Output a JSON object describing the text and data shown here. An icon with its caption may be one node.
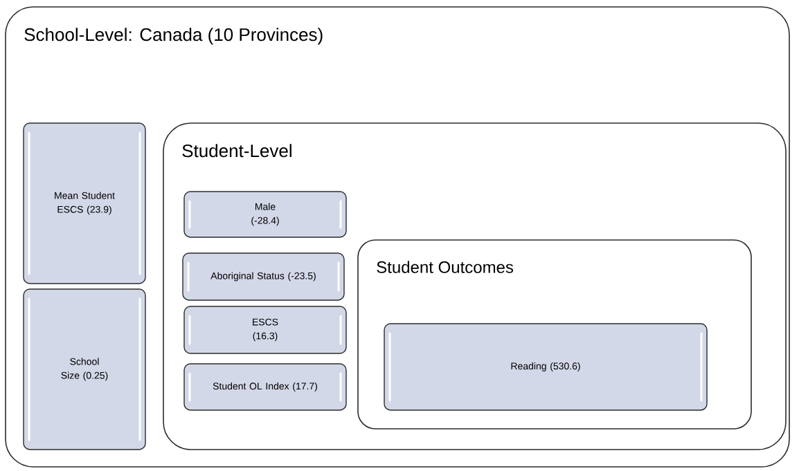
{
  "diagram": {
    "nodes": [
      {
        "text": [
          "School-Level: Canada (10 Provinces)"
        ]
      },
      {
        "text": [
          "Mean Student ESCS (23.9)"
        ],
        "in": 0
      },
      {
        "text": [
          "School Size (0.25)"
        ],
        "in": 0
      },
      {
        "text": [
          "Student-Level"
        ],
        "in": 0
      },
      {
        "text": [
          "Male (-28.4)"
        ],
        "in": 3
      },
      {
        "text": [
          "Aboriginal Status (-23.5)"
        ],
        "in": 3
      },
      {
        "text": [
          "ESCS (16.3)"
        ],
        "in": 3
      },
      {
        "text": [
          "Student OL Index (17.7)"
        ],
        "in": 3
      },
      {
        "text": [
          "Student Outcomes"
        ],
        "in": 3
      },
      {
        "text": [
          "Reading (530.6)"
        ],
        "in": 8
      }
    ],
    "edges": []
  }
}
